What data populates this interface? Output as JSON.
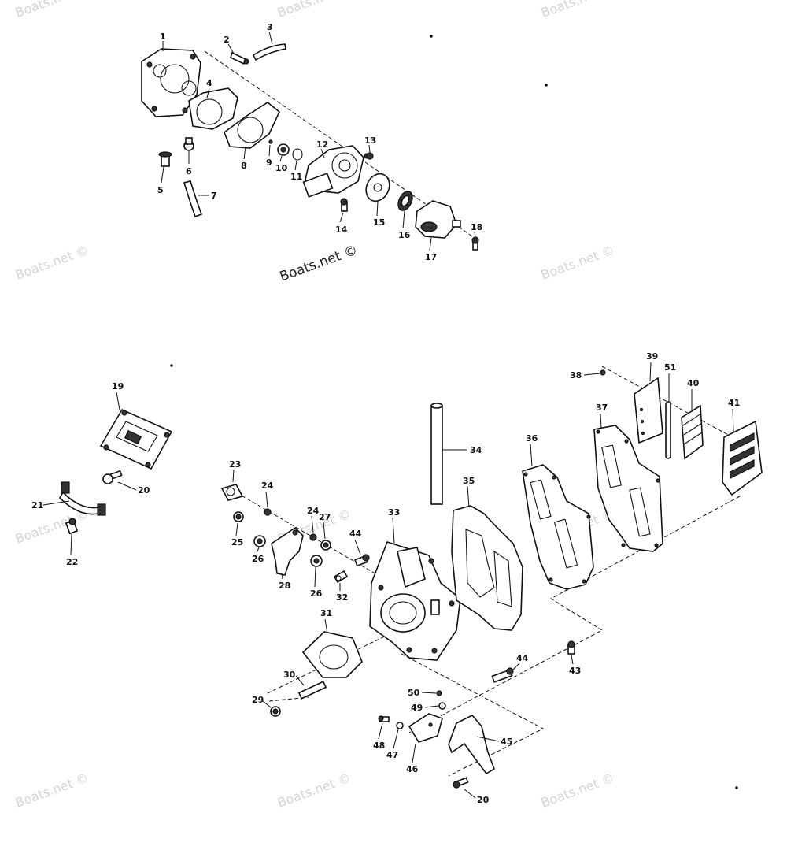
{
  "watermark": "Boats.net ©",
  "credit": "Boats.net ©",
  "callouts": {
    "c1": "1",
    "c2": "2",
    "c3": "3",
    "c4": "4",
    "c5": "5",
    "c6": "6",
    "c7": "7",
    "c8": "8",
    "c9": "9",
    "c10": "10",
    "c11": "11",
    "c12": "12",
    "c13": "13",
    "c14": "14",
    "c15": "15",
    "c16": "16",
    "c17": "17",
    "c18": "18",
    "c19": "19",
    "c20a": "20",
    "c20b": "20",
    "c21": "21",
    "c22": "22",
    "c23": "23",
    "c24a": "24",
    "c24b": "24",
    "c25": "25",
    "c26a": "26",
    "c26b": "26",
    "c27": "27",
    "c28": "28",
    "c29": "29",
    "c30": "30",
    "c31": "31",
    "c32": "32",
    "c33": "33",
    "c34": "34",
    "c35": "35",
    "c36": "36",
    "c37": "37",
    "c38": "38",
    "c39": "39",
    "c40": "40",
    "c41": "41",
    "c43": "43",
    "c44a": "44",
    "c44b": "44",
    "c45": "45",
    "c46": "46",
    "c47": "47",
    "c48": "48",
    "c49": "49",
    "c50": "50",
    "c51": "51"
  }
}
